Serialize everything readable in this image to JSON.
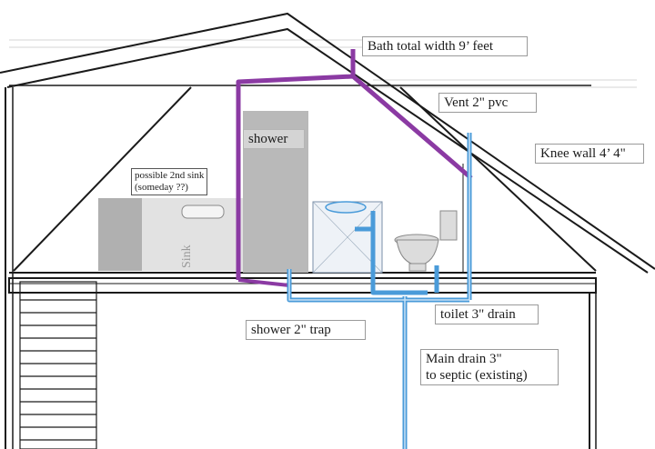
{
  "labels": {
    "bath_width": "Bath total width 9’ feet",
    "vent": "Vent 2\" pvc",
    "knee_wall": "Knee wall 4’ 4\"",
    "second_sink": "possible 2nd sink\n(someday ??)",
    "shower": "shower",
    "sink": "Sink",
    "shower_trap": "shower 2\" trap",
    "toilet_drain": "toilet 3\" drain",
    "main_drain": "Main drain 3\"\nto septic (existing)"
  },
  "colors": {
    "vent_pipe": "#8b3aa3",
    "drain_pipe": "#4a9bd9",
    "structure": "#1a1a1a",
    "fixture_gray": "#bdbdbd"
  }
}
